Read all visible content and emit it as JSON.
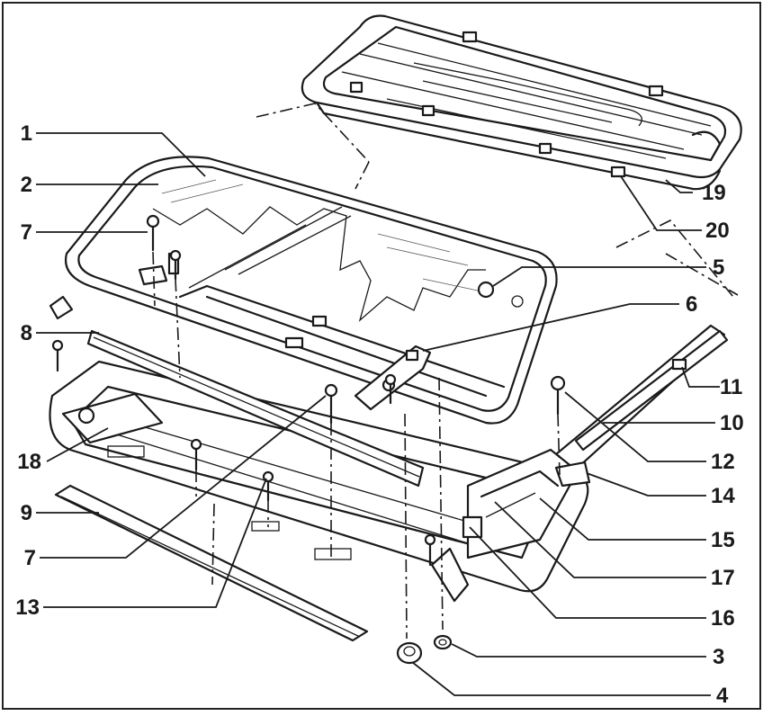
{
  "diagram": {
    "callouts": [
      {
        "id": "c1",
        "label": "1"
      },
      {
        "id": "c2",
        "label": "2"
      },
      {
        "id": "c7a",
        "label": "7"
      },
      {
        "id": "c8",
        "label": "8"
      },
      {
        "id": "c18",
        "label": "18"
      },
      {
        "id": "c9",
        "label": "9"
      },
      {
        "id": "c7b",
        "label": "7"
      },
      {
        "id": "c13",
        "label": "13"
      },
      {
        "id": "c19",
        "label": "19"
      },
      {
        "id": "c20",
        "label": "20"
      },
      {
        "id": "c5",
        "label": "5"
      },
      {
        "id": "c6",
        "label": "6"
      },
      {
        "id": "c11",
        "label": "11"
      },
      {
        "id": "c10",
        "label": "10"
      },
      {
        "id": "c12",
        "label": "12"
      },
      {
        "id": "c14",
        "label": "14"
      },
      {
        "id": "c15",
        "label": "15"
      },
      {
        "id": "c17",
        "label": "17"
      },
      {
        "id": "c16",
        "label": "16"
      },
      {
        "id": "c3",
        "label": "3"
      },
      {
        "id": "c4",
        "label": "4"
      }
    ]
  }
}
